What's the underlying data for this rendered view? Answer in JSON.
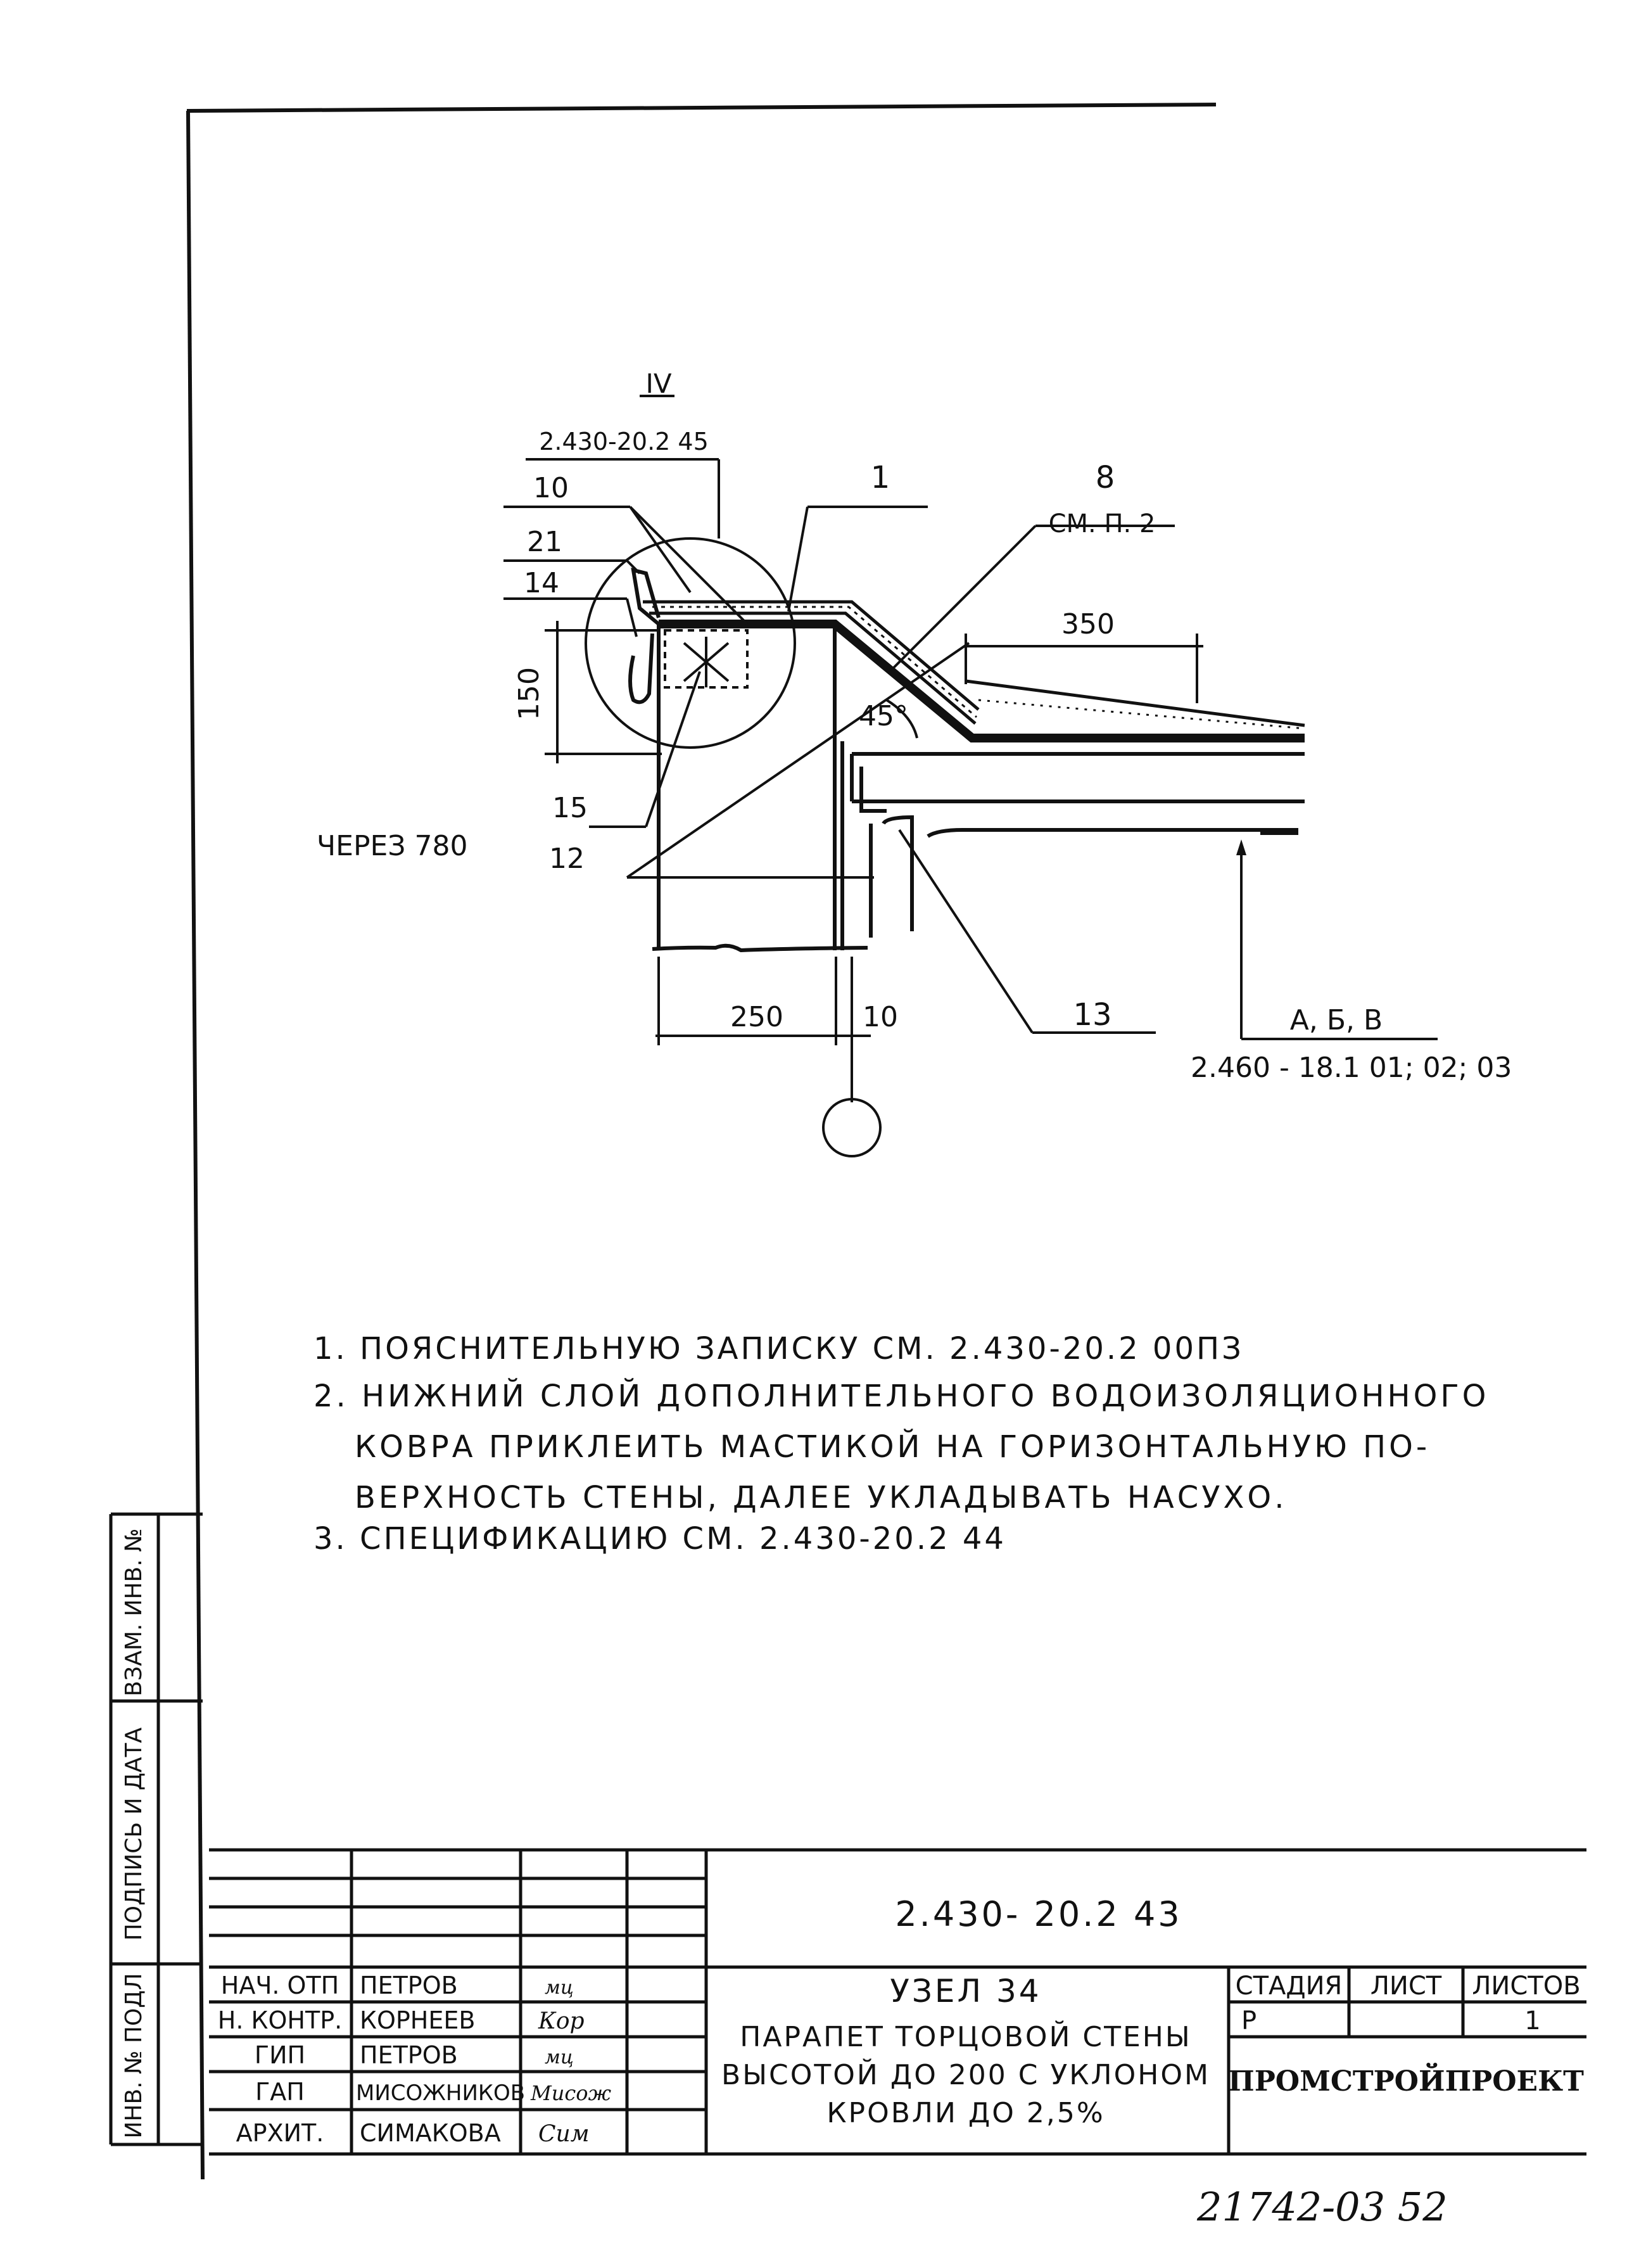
{
  "detail": {
    "node_ref_roman": "IV",
    "node_ref_doc": "2.430-20.2 45",
    "callouts": {
      "c10": "10",
      "c21": "21",
      "c14": "14",
      "c1": "1",
      "c8": "8",
      "c8_note": "СМ. П. 2",
      "c15": "15",
      "c12": "12",
      "c13": "13"
    },
    "dimensions": {
      "d350": "350",
      "d150": "150",
      "d250": "250",
      "d10": "10",
      "angle": "45°"
    },
    "spacing_note": "ЧЕРЕЗ 780",
    "axes_label": "А, Б, В",
    "axes_ref": "2.460 - 18.1 01; 02; 03"
  },
  "notes": [
    "1. ПОЯСНИТЕЛЬНУЮ  ЗАПИСКУ  СМ. 2.430-20.2 00ПЗ",
    "2. НИЖНИЙ СЛОЙ ДОПОЛНИТЕЛЬНОГО ВОДОИЗОЛЯЦИОННОГО",
    "КОВРА ПРИКЛЕИТЬ МАСТИКОЙ НА ГОРИЗОНТАЛЬНУЮ ПО-",
    "ВЕРХНОСТЬ СТЕНЫ, ДАЛЕЕ УКЛАДЫВАТЬ НАСУХО.",
    "3. СПЕЦИФИКАЦИЮ СМ. 2.430-20.2 44"
  ],
  "side_stamp": {
    "inv_orig": "ИНВ. № ПОДЛ",
    "sign_date": "ПОДПИСЬ И ДАТА",
    "inv_replace": "ВЗАМ. ИНВ. №"
  },
  "title_block": {
    "doc_code": "2.430- 20.2 43",
    "node_title": "УЗЕЛ 34",
    "description": [
      "ПАРАПЕТ ТОРЦОВОЙ  СТЕНЫ",
      "ВЫСОТОЙ ДО 200 С УКЛОНОМ",
      "КРОВЛИ ДО 2,5%"
    ],
    "stage_header": "СТАДИЯ",
    "sheet_header": "ЛИСТ",
    "sheets_header": "ЛИСТОВ",
    "stage_value": "Р",
    "sheet_value": "1",
    "organization": "ПРОМСТРОЙПРОЕКТ",
    "staff": [
      {
        "role": "НАЧ. ОТП",
        "name": "ПЕТРОВ",
        "signature": "мц"
      },
      {
        "role": "Н. КОНТР.",
        "name": "КОРНЕЕВ",
        "signature": "Кор"
      },
      {
        "role": "ГИП",
        "name": "ПЕТРОВ",
        "signature": "мц"
      },
      {
        "role": "ГАП",
        "name": "МИСОЖНИКОВ",
        "signature": "Мисож"
      },
      {
        "role": "АРХИТ.",
        "name": "СИМАКОВА",
        "signature": "Сим"
      }
    ]
  },
  "footer_code": "21742-03  52"
}
